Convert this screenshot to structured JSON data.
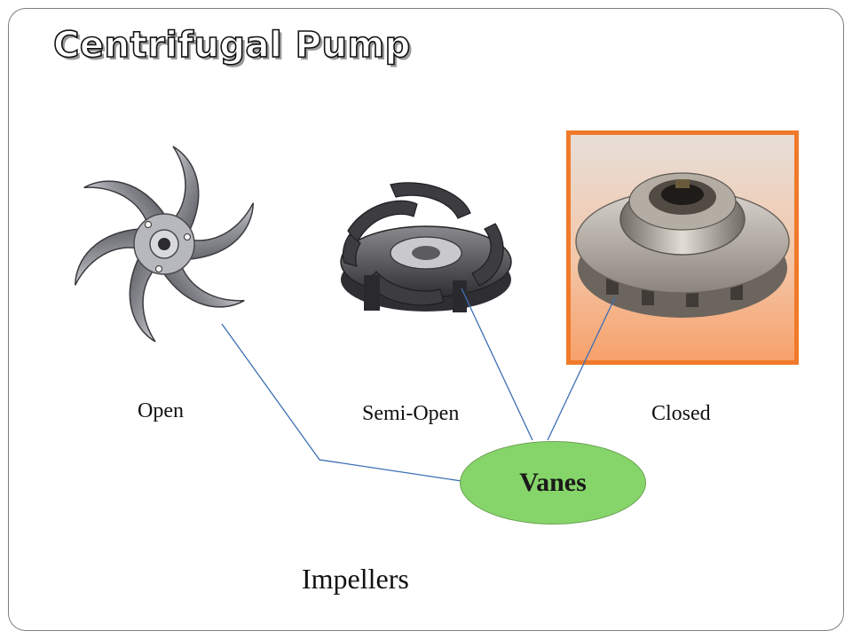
{
  "slide": {
    "title": "Centrifugal Pump",
    "impellers": [
      {
        "label": "Open"
      },
      {
        "label": "Semi-Open"
      },
      {
        "label": "Closed"
      }
    ],
    "callout": "Vanes",
    "caption": "Impellers"
  },
  "colors": {
    "highlight_border": "#f07a2a",
    "callout_fill": "#86d56a",
    "connector": "#3c6fb4"
  }
}
